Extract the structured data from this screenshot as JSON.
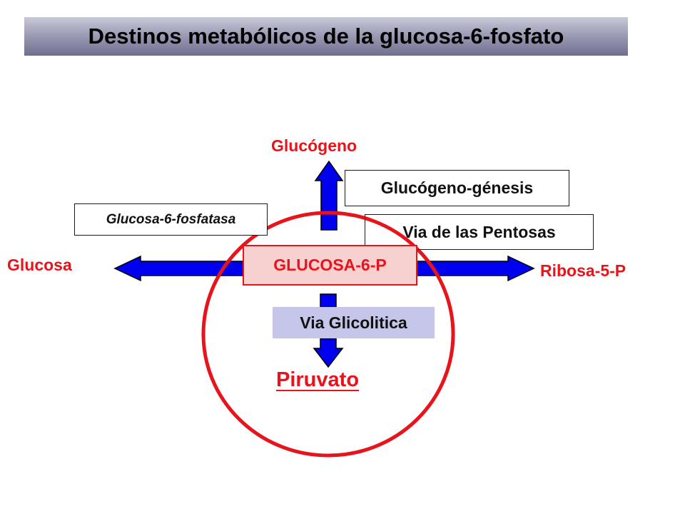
{
  "title": "Destinos metabólicos de la glucosa-6-fosfato",
  "center": {
    "label": "GLUCOSA-6-P"
  },
  "nodes": {
    "top": "Glucógeno",
    "left": "Glucosa",
    "right": "Ribosa-5-P",
    "bottom": "Piruvato"
  },
  "pathways": {
    "glycogenesis": "Glucógeno-génesis",
    "phosphatase": "Glucosa-6-fosfatasa",
    "pentose": "Via de las Pentosas",
    "glycolysis": "Via Glicolitica"
  },
  "colors": {
    "arrow_fill": "#0000f0",
    "arrow_stroke": "#000000",
    "highlight_red": "#e8141b",
    "center_box_bg": "#f7d0d0",
    "glycolysis_box_bg": "#c6c6ea"
  },
  "icons": {
    "arrows": [
      "arrow-up-icon",
      "arrow-left-icon",
      "arrow-right-icon",
      "arrow-down-icon"
    ],
    "highlight": "red-circle-highlight"
  }
}
